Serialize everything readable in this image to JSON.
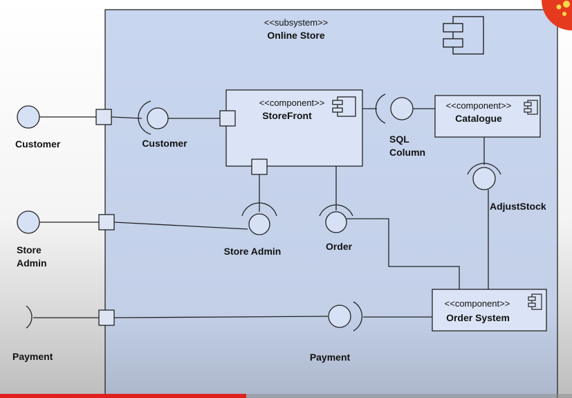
{
  "subsystem": {
    "stereotype": "<<subsystem>>",
    "name": "Online Store"
  },
  "components": {
    "storefront": {
      "stereotype": "<<component>>",
      "name": "StoreFront"
    },
    "catalogue": {
      "stereotype": "<<component>>",
      "name": "Catalogue"
    },
    "order_system": {
      "stereotype": "<<component>>",
      "name": "Order System"
    }
  },
  "external": {
    "customer": "Customer",
    "store_admin_line1": "Store",
    "store_admin_line2": "Admin",
    "payment": "Payment"
  },
  "interfaces": {
    "customer": "Customer",
    "sql_line1": "SQL",
    "sql_line2": "Column",
    "adjust_stock": "AdjustStock",
    "store_admin": "Store Admin",
    "order": "Order",
    "payment": "Payment"
  },
  "colors": {
    "subsystem_fill": "#c9d6ef",
    "element_fill": "#dbe4f6",
    "line": "#222222",
    "progress_bar": "#e02020"
  },
  "video_progress": 0.43
}
